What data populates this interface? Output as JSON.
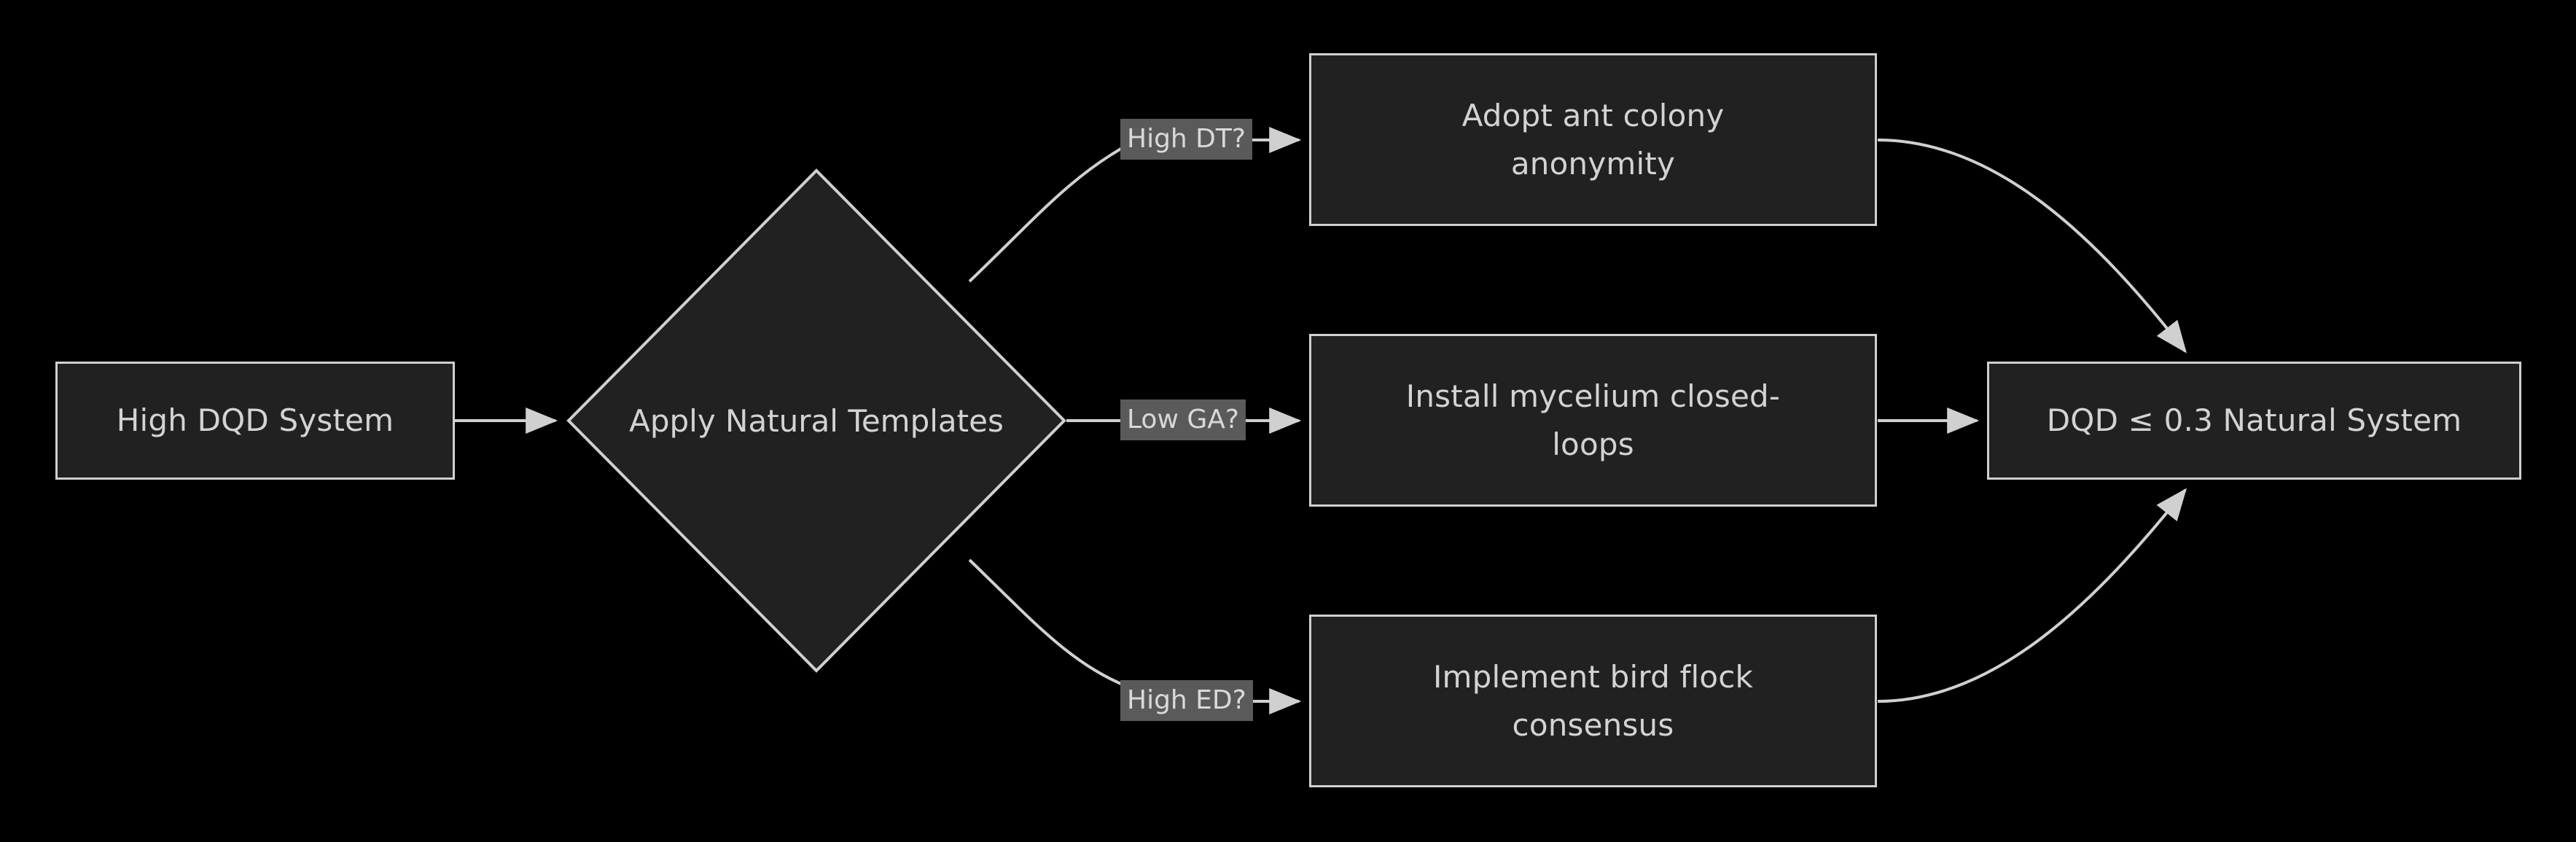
{
  "diagram": {
    "title": "Natural Templates DQD Reduction Flowchart",
    "type": "flowchart",
    "direction": "left-to-right",
    "background_color": "#000000",
    "node_fill_color": "#212121",
    "node_border_color": "#d0d0d0",
    "node_text_color": "#d3d3d3",
    "edge_color": "#d0d0d0",
    "edge_label_background_color": "#5a5a5a",
    "edge_label_text_color": "#d9d9d9"
  },
  "nodes": {
    "start": {
      "label": "High DQD System",
      "shape": "rectangle"
    },
    "decision": {
      "label": "Apply Natural Templates",
      "shape": "diamond"
    },
    "branch_top": {
      "label": "Adopt ant colony\nanonymity",
      "shape": "rectangle"
    },
    "branch_middle": {
      "label": "Install mycelium closed-\nloops",
      "shape": "rectangle"
    },
    "branch_bottom": {
      "label": "Implement bird flock\nconsensus",
      "shape": "rectangle"
    },
    "end": {
      "label": "DQD ≤ 0.3 Natural System",
      "shape": "rectangle"
    }
  },
  "edge_labels": {
    "top": "High DT?",
    "middle": "Low GA?",
    "bottom": "High ED?"
  },
  "edges": [
    {
      "from": "start",
      "to": "decision",
      "label": ""
    },
    {
      "from": "decision",
      "to": "branch_top",
      "label": "High DT?"
    },
    {
      "from": "decision",
      "to": "branch_middle",
      "label": "Low GA?"
    },
    {
      "from": "decision",
      "to": "branch_bottom",
      "label": "High ED?"
    },
    {
      "from": "branch_top",
      "to": "end",
      "label": ""
    },
    {
      "from": "branch_middle",
      "to": "end",
      "label": ""
    },
    {
      "from": "branch_bottom",
      "to": "end",
      "label": ""
    }
  ]
}
